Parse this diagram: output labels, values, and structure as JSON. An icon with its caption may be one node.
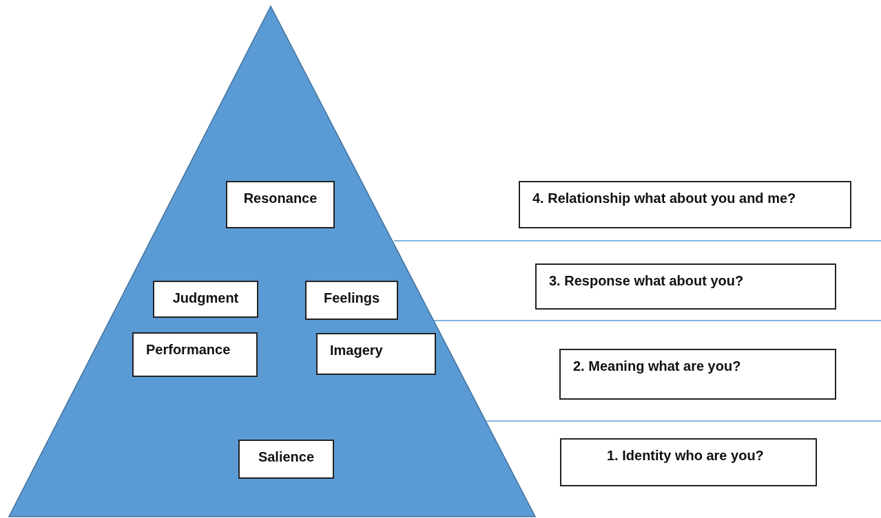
{
  "diagram": {
    "nodes": [
      {
        "text": [],
        "shape": "triangle"
      },
      {
        "text": [
          "Resonance"
        ],
        "in": 0
      },
      {
        "text": [
          "Judgment"
        ],
        "in": 0
      },
      {
        "text": [
          "Feelings"
        ],
        "in": 0
      },
      {
        "text": [
          "Performance"
        ],
        "in": 0
      },
      {
        "text": [
          "Imagery"
        ],
        "in": 0
      },
      {
        "text": [
          "Salience"
        ],
        "in": 0
      },
      {
        "text": [
          "4. Relationship what about you and me?"
        ]
      },
      {
        "text": [
          "3. Response what about you?"
        ]
      },
      {
        "text": [
          "2. Meaning what are you?"
        ]
      },
      {
        "text": [
          "1. Identity who are you?"
        ]
      }
    ]
  }
}
